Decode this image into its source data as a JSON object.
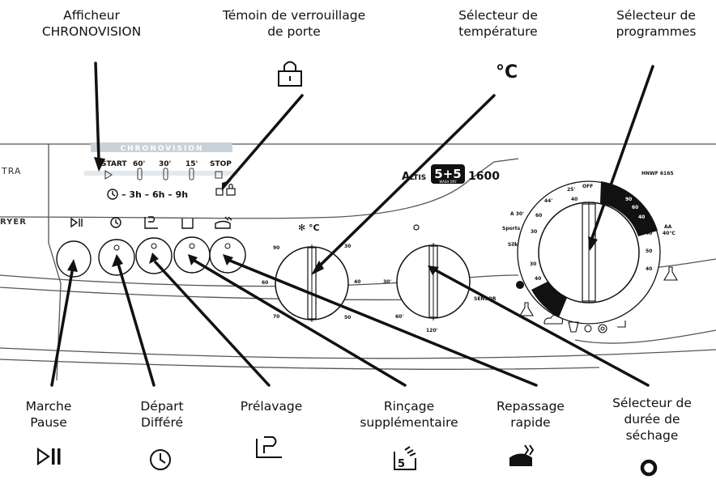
{
  "top_labels": {
    "chronovision": {
      "line1": "Afficheur",
      "line2": "CHRONOVISION"
    },
    "door_lock": {
      "line1": "Témoin de verrouillage",
      "line2": "de porte"
    },
    "temperature": {
      "line1": "Sélecteur de",
      "line2": "température",
      "unit": "°C"
    },
    "programs": {
      "line1": "Sélecteur de",
      "line2": "programmes"
    }
  },
  "bottom_labels": {
    "start_pause": {
      "line1": "Marche",
      "line2": "Pause"
    },
    "delay_start": {
      "line1": "Départ",
      "line2": "Différé"
    },
    "prewash": {
      "line1": "Prélavage",
      "line2": ""
    },
    "extra_rinse": {
      "line1": "Rinçage",
      "line2": "supplémentaire"
    },
    "quick_iron": {
      "line1": "Repassage",
      "line2": "rapide"
    },
    "dry_time": {
      "line1": "Sélecteur de",
      "line2": "durée de",
      "line3": "séchage"
    }
  },
  "panel": {
    "chrono_band": "CHRONOVISION",
    "chrono_steps": [
      "START",
      "60'",
      "30'",
      "15'",
      "STOP"
    ],
    "delay_text": "– 3h – 6h – 9h",
    "brand_left": "TRA",
    "brand_dryer": "RYER",
    "aqualtis_text": "A",
    "aqualtis_rest": "LTIS",
    "capacity": "5+5",
    "capacity_sub": "WASH DRY",
    "spin": "1600",
    "model": "HNWF 6165",
    "temp_mark": "✻ °C",
    "temp_ticks": [
      "90",
      "30",
      "60",
      "40",
      "70",
      "50"
    ],
    "dry_ticks": [
      "30'",
      "60'",
      "120'"
    ],
    "dry_word": "SENSOR",
    "off": "OFF",
    "aa_label": "AA",
    "aa_sub": "40°C",
    "program_words": [
      "Sports",
      "Silk",
      "A 30'"
    ],
    "program_numbers": [
      "90",
      "60",
      "40",
      "40",
      "30",
      "30",
      "40",
      "50",
      "40",
      "40",
      "60",
      "44'",
      "25'"
    ]
  },
  "colors": {
    "ink": "#111111",
    "band": "#c9d2d9",
    "panel_line": "#555555"
  }
}
